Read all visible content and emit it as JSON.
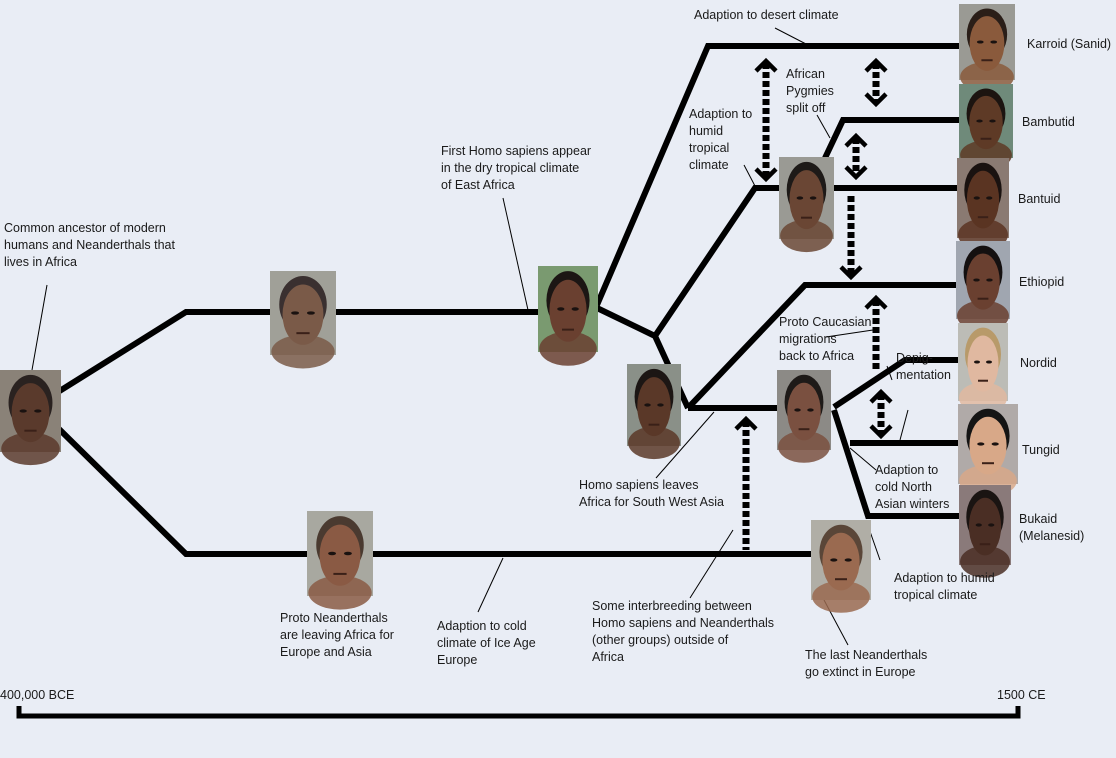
{
  "timeline": {
    "start_label": "400,000 BCE",
    "end_label": "1500 CE"
  },
  "annotations": [
    {
      "id": "common-ancestor",
      "lines": [
        "Common ancestor of modern",
        "humans and Neanderthals that",
        "lives in Africa"
      ]
    },
    {
      "id": "first-homo-sapiens",
      "lines": [
        "First Homo sapiens appear",
        "in the dry tropical climate",
        "of  East Africa"
      ]
    },
    {
      "id": "desert-adaption",
      "lines": [
        "Adaption to desert climate"
      ]
    },
    {
      "id": "humid-tropical-adaption",
      "lines": [
        "Adaption to",
        "humid",
        "tropical",
        "climate"
      ]
    },
    {
      "id": "pygmies-split",
      "lines": [
        "African",
        "Pygmies",
        "split off"
      ]
    },
    {
      "id": "proto-caucasian",
      "lines": [
        "Proto Caucasian",
        "migrations",
        "back to Africa"
      ]
    },
    {
      "id": "depigmentation",
      "lines": [
        "Depig-",
        "mentation"
      ]
    },
    {
      "id": "cold-north-asian",
      "lines": [
        "Adaption to",
        "cold North",
        "Asian winters"
      ]
    },
    {
      "id": "humid-tropical-2",
      "lines": [
        "Adaption to humid",
        "tropical climate"
      ]
    },
    {
      "id": "leaves-africa",
      "lines": [
        "Homo sapiens leaves",
        "Africa for South West Asia"
      ]
    },
    {
      "id": "interbreeding",
      "lines": [
        "Some interbreeding between",
        "Homo sapiens and Neanderthals",
        "(other groups) outside of",
        "Africa"
      ]
    },
    {
      "id": "neanderthals-extinct",
      "lines": [
        "The last Neanderthals",
        "go extinct in Europe"
      ]
    },
    {
      "id": "cold-ice-age",
      "lines": [
        "Adaption to cold",
        "climate of Ice Age",
        "Europe"
      ]
    },
    {
      "id": "proto-neanderthals",
      "lines": [
        "Proto Neanderthals",
        "are leaving Africa for",
        "Europe and Asia"
      ]
    }
  ],
  "groups": [
    {
      "id": "karroid",
      "label": "Karroid (Sanid)",
      "skin": "#8a5a3c",
      "hair": "#2a1e18",
      "bg": "#9a9a94"
    },
    {
      "id": "bambutid",
      "label": "Bambutid",
      "skin": "#5e3a26",
      "hair": "#1c1410",
      "bg": "#6f8a7a"
    },
    {
      "id": "bantuid",
      "label": "Bantuid",
      "skin": "#5a3422",
      "hair": "#1a1210",
      "bg": "#8a7a72"
    },
    {
      "id": "ethiopid",
      "label": "Ethiopid",
      "skin": "#6a4030",
      "hair": "#141010",
      "bg": "#a0a6b0"
    },
    {
      "id": "nordid",
      "label": "Nordid",
      "skin": "#e0b8a0",
      "hair": "#b89a6a",
      "bg": "#bcbcb6"
    },
    {
      "id": "tungid",
      "label": "Tungid",
      "skin": "#d8a888",
      "hair": "#141414",
      "bg": "#b0aaa8"
    },
    {
      "id": "bukaid",
      "label": "Bukaid",
      "label2": "(Melanesid)",
      "skin": "#4a2e24",
      "hair": "#1a1412",
      "bg": "#8a7a7a"
    }
  ],
  "ancestors": [
    {
      "id": "common-ancestor",
      "skin": "#5a3a2c",
      "hair": "#2a2220",
      "bg": "#8a8278"
    },
    {
      "id": "early-human",
      "skin": "#7a5a48",
      "hair": "#3a3030",
      "bg": "#a0a098"
    },
    {
      "id": "first-homo-sapiens",
      "skin": "#6a4030",
      "hair": "#1c1614",
      "bg": "#7a9a70"
    },
    {
      "id": "proto-neanderthal",
      "skin": "#8a5a44",
      "hair": "#4a3a30",
      "bg": "#a8a8a0"
    },
    {
      "id": "out-of-africa",
      "skin": "#5a3828",
      "hair": "#1c1614",
      "bg": "#8a9088"
    },
    {
      "id": "african-ancestor",
      "skin": "#6a4634",
      "hair": "#1e1a18",
      "bg": "#9a9a94"
    },
    {
      "id": "eurasian-ancestor",
      "skin": "#7a5040",
      "hair": "#1e1a18",
      "bg": "#8c8a86"
    },
    {
      "id": "last-neanderthal",
      "skin": "#9a6a50",
      "hair": "#5a4638",
      "bg": "#b0aea6"
    }
  ]
}
